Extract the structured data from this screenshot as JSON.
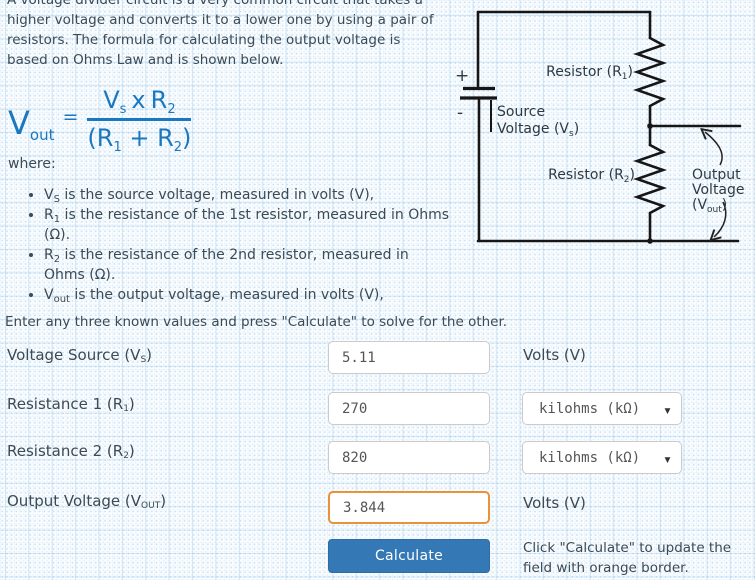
{
  "intro": {
    "lines": [
      "A voltage divider circuit is a very common circuit that takes a",
      "higher voltage and converts it to a lower one by using a pair of",
      "resistors. The formula for calculating the output voltage is",
      "based on Ohms Law and is shown below."
    ]
  },
  "formula": {
    "lhs_base": "V",
    "lhs_sub": "out",
    "equals": "=",
    "num_v": "V",
    "num_v_sub": "s",
    "num_op": "x",
    "num_r": "R",
    "num_r_sub": "2",
    "den_open": "(R",
    "den_sub1": "1",
    "den_mid": " + R",
    "den_sub2": "2",
    "den_close": ")"
  },
  "where_label": "where:",
  "bullets": [
    {
      "l1_pre": "V",
      "l1_sub": "S",
      "l1_post": " is the source voltage, measured in volts (V),",
      "l2": ""
    },
    {
      "l1_pre": "R",
      "l1_sub": "1",
      "l1_post": " is the resistance of the 1st resistor, measured in Ohms",
      "l2": "(Ω)."
    },
    {
      "l1_pre": "R",
      "l1_sub": "2",
      "l1_post": " is the resistance of the 2nd resistor, measured in",
      "l2": "Ohms (Ω)."
    },
    {
      "l1_pre": "V",
      "l1_sub": "out",
      "l1_post": " is the output voltage, measured in volts (V),",
      "l2": ""
    }
  ],
  "instruction": "Enter any three known values and press \"Calculate\" to solve for the other.",
  "circuit": {
    "plus": "+",
    "minus": "-",
    "source_line1": "Source",
    "source_line2_pre": "Voltage (V",
    "source_sub": "s",
    "source_close": ")",
    "r1_pre": "Resistor (R",
    "r1_sub": "1",
    "r1_close": ")",
    "r2_pre": "Resistor (R",
    "r2_sub": "2",
    "r2_close": ")",
    "out_line1": "Output",
    "out_line2": "Voltage",
    "out_line3_pre": "(V",
    "out_sub": "out",
    "out_close": ")"
  },
  "form": {
    "rows": [
      {
        "label_pre": "Voltage Source (V",
        "label_sub": "S",
        "label_close": ")",
        "value": "5.11",
        "unit": "Volts (V)"
      },
      {
        "label_pre": "Resistance 1 (R",
        "label_sub": "1",
        "label_close": ")",
        "value": "270",
        "unit": "kilohms (kΩ)"
      },
      {
        "label_pre": "Resistance 2 (R",
        "label_sub": "2",
        "label_close": ")",
        "value": "820",
        "unit": "kilohms (kΩ)"
      },
      {
        "label_pre": "Output Voltage (V",
        "label_sub": "OUT",
        "label_close": ")",
        "value": "3.844",
        "unit": "Volts (V)"
      }
    ],
    "dropdown_arrow": "▾",
    "button_label": "Calculate",
    "note_line1": "Click \"Calculate\" to update the",
    "note_line2": "field with orange border."
  }
}
